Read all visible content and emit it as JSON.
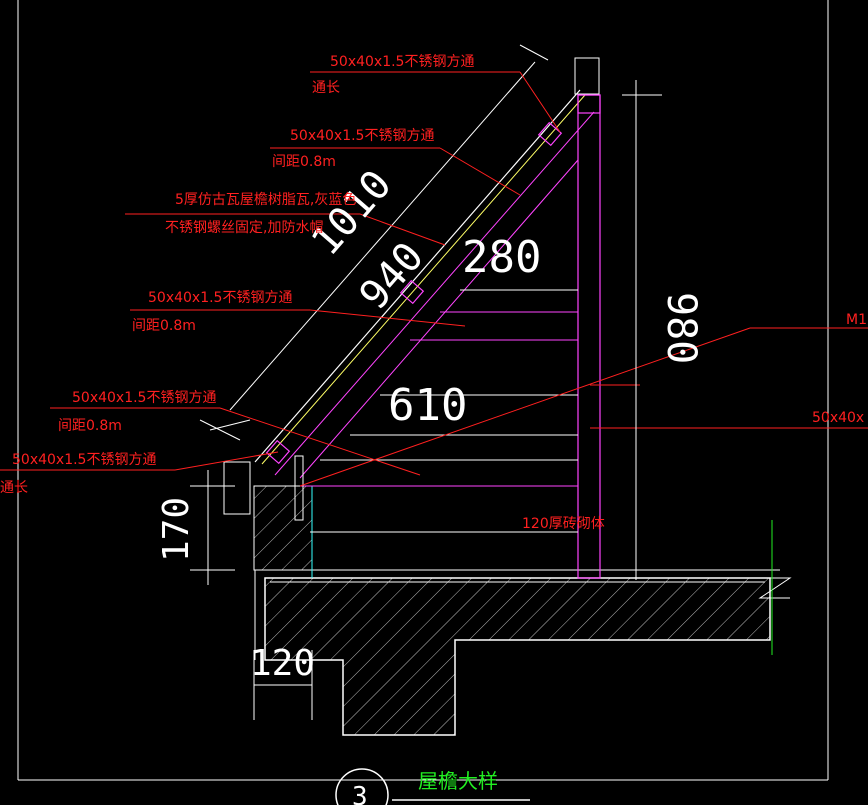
{
  "title": "屋檐大样",
  "detail_number": "3",
  "dimensions": {
    "slope_outer": "1010",
    "slope_inner": "940",
    "upper": "280",
    "lower": "610",
    "height": "980",
    "base_height": "170",
    "base_width": "120"
  },
  "annotations": {
    "ridge_tube": "50x40x1.5不锈钢方通",
    "ridge_note": "通长",
    "upper_tube": "50x40x1.5不锈钢方通",
    "upper_spacing": "间距0.8m",
    "tile_line1": "5厚仿古瓦屋檐树脂瓦,灰蓝色",
    "tile_line2": "不锈钢螺丝固定,加防水帽",
    "mid_tube": "50x40x1.5不锈钢方通",
    "mid_spacing": "间距0.8m",
    "lower_tube": "50x40x1.5不锈钢方通",
    "lower_spacing": "间距0.8m",
    "eave_tube": "50x40x1.5不锈钢方通",
    "eave_note": "通长",
    "right_tube": "50x40x",
    "right_mark": "M1",
    "brick_wall": "120厚砖砌体"
  }
}
